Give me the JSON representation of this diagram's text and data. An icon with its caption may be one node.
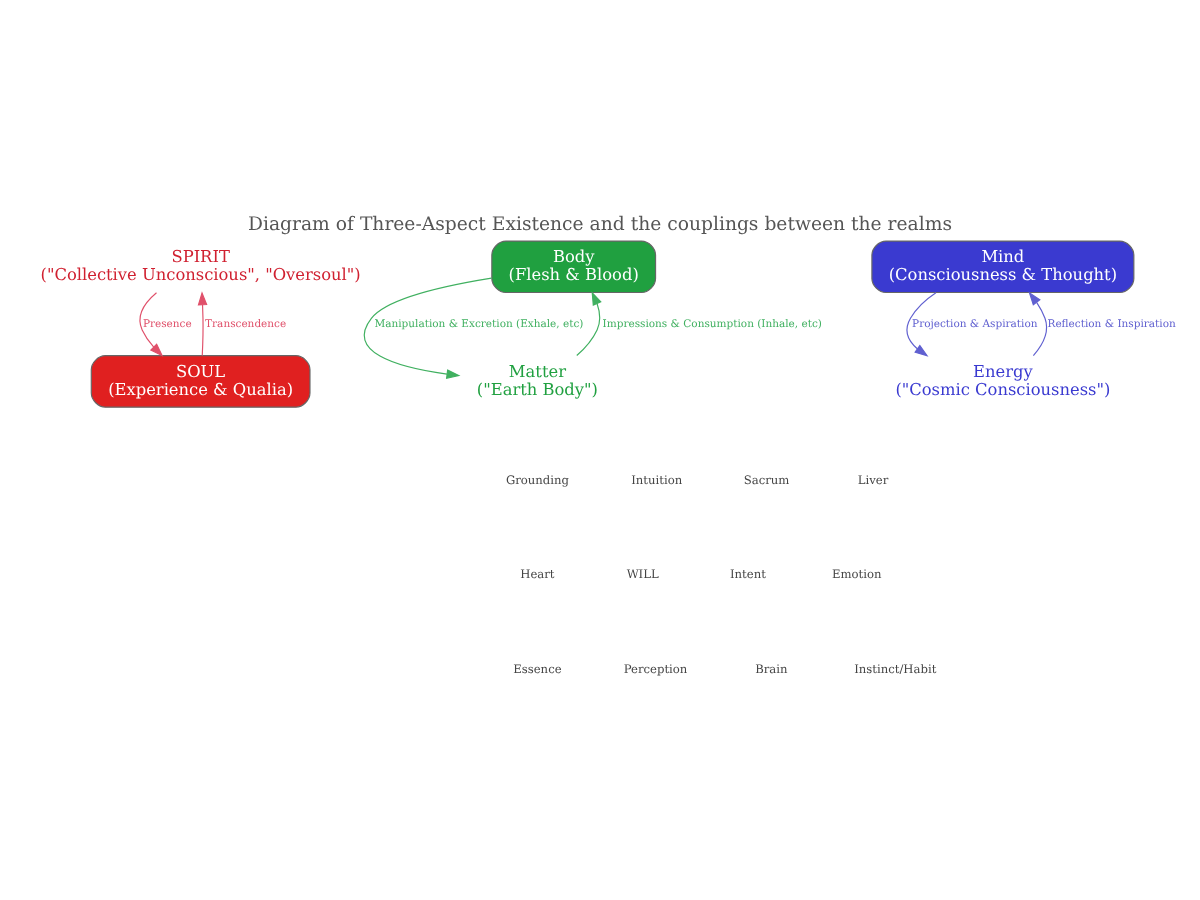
{
  "diagram": {
    "title": "Diagram of Three-Aspect Existence and the couplings between the realms",
    "nodes": [
      {
        "text": [
          "SPIRIT",
          "(\"Collective Unconscious\", \"Oversoul\")"
        ]
      },
      {
        "text": [
          "SOUL",
          "(Experience & Qualia)"
        ]
      },
      {
        "text": [
          "Body",
          "(Flesh & Blood)"
        ]
      },
      {
        "text": [
          "Mind",
          "(Consciousness & Thought)"
        ]
      },
      {
        "text": [
          "Matter",
          "(\"Earth Body\")"
        ]
      },
      {
        "text": [
          "Energy",
          "(\"Cosmic Consciousness\")"
        ]
      }
    ],
    "edges": [
      {
        "from": 1,
        "to": 0,
        "arrow": "to",
        "label": "Transcendence",
        "color": "#e0506a"
      },
      {
        "from": 0,
        "to": 1,
        "arrow": "to",
        "label": "Presence",
        "color": "#e0506a"
      },
      {
        "from": 4,
        "to": 2,
        "arrow": "to",
        "label": "Impressions & Consumption (Inhale, etc)",
        "color": "#40b060"
      },
      {
        "from": 2,
        "to": 4,
        "arrow": "to",
        "label": "Manipulation & Excretion (Exhale, etc)",
        "color": "#40b060"
      },
      {
        "from": 3,
        "to": 5,
        "arrow": "to",
        "label": "Projection & Aspiration",
        "color": "#6060d0"
      },
      {
        "from": 5,
        "to": 3,
        "arrow": "to",
        "label": "Reflection & Inspiration",
        "color": "#6060d0"
      }
    ],
    "labels": [
      "Grounding",
      "Intuition",
      "Sacrum",
      "Liver",
      "Heart",
      "WILL",
      "Intent",
      "Emotion",
      "Essence",
      "Perception",
      "Brain",
      "Instinct/Habit"
    ]
  }
}
